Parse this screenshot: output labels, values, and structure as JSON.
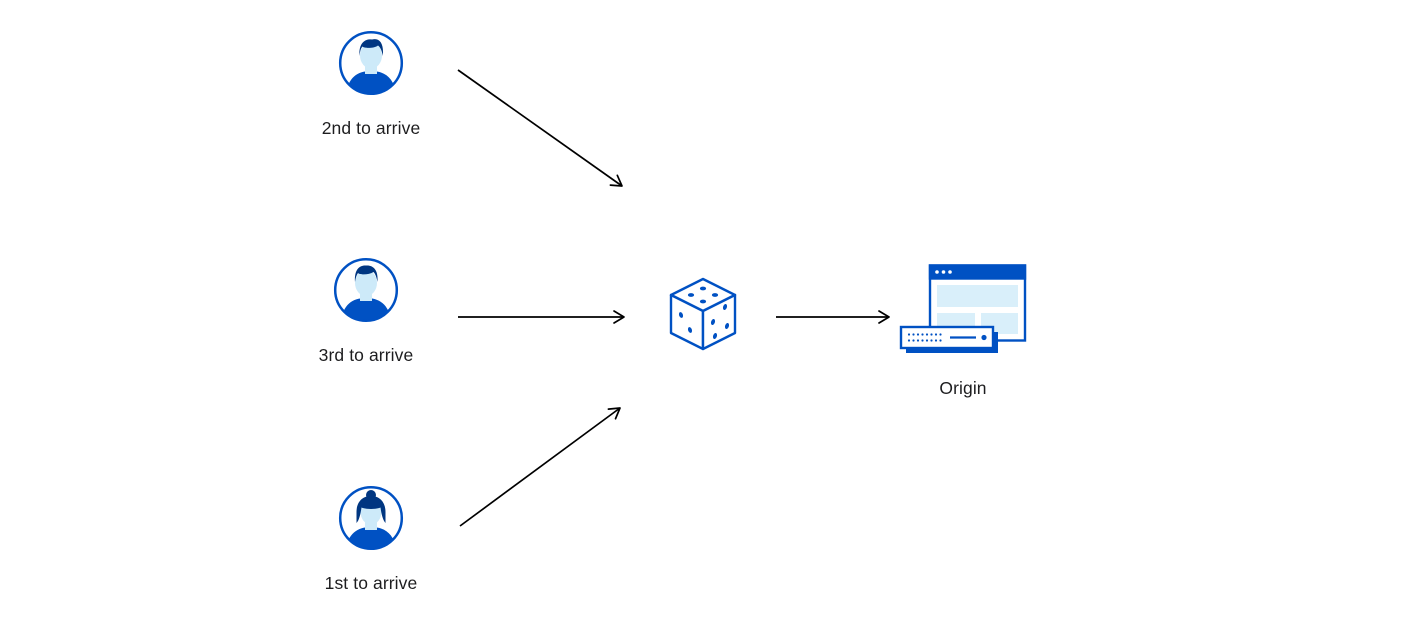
{
  "diagram": {
    "description": "Three clients arriving in different order send requests through a random (dice) selector to a single origin"
  },
  "colors": {
    "brand_blue": "#0051c3",
    "dark_blue": "#003681",
    "light_blue": "#d9effa",
    "face_blue": "#cdeaf9",
    "arrow_black": "#000000",
    "text": "#1d1d1f",
    "background": "#ffffff"
  },
  "nodes": {
    "clients": [
      {
        "label": "2nd to arrive",
        "icon": "person-avatar-icon"
      },
      {
        "label": "3rd to arrive",
        "icon": "person-avatar-icon"
      },
      {
        "label": "1st to arrive",
        "icon": "person-avatar-icon"
      }
    ],
    "router": {
      "icon": "dice-icon"
    },
    "origin": {
      "label": "Origin",
      "icon": "origin-server-icon"
    }
  },
  "edges": [
    {
      "from": "client-2nd-to-arrive",
      "to": "dice"
    },
    {
      "from": "client-3rd-to-arrive",
      "to": "dice"
    },
    {
      "from": "client-1st-to-arrive",
      "to": "dice"
    },
    {
      "from": "dice",
      "to": "origin"
    }
  ]
}
